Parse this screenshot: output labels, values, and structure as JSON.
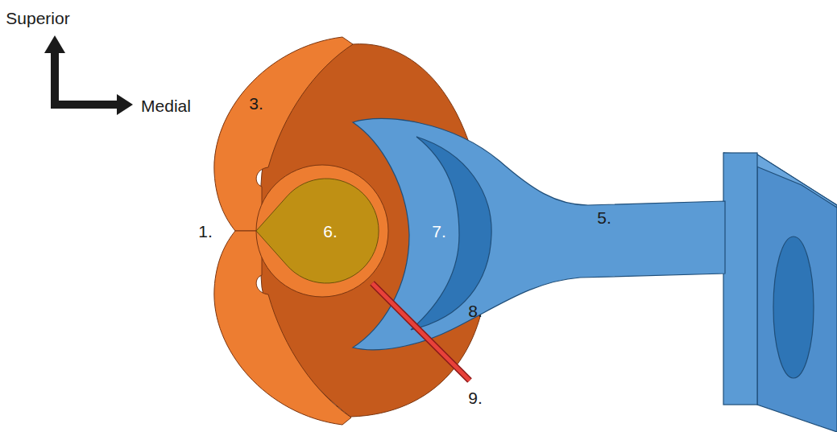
{
  "diagram": {
    "labels": [
      "Superior",
      "Medial",
      "3.",
      "1.",
      "6.",
      "7.",
      "5.",
      "8.",
      "9."
    ]
  }
}
